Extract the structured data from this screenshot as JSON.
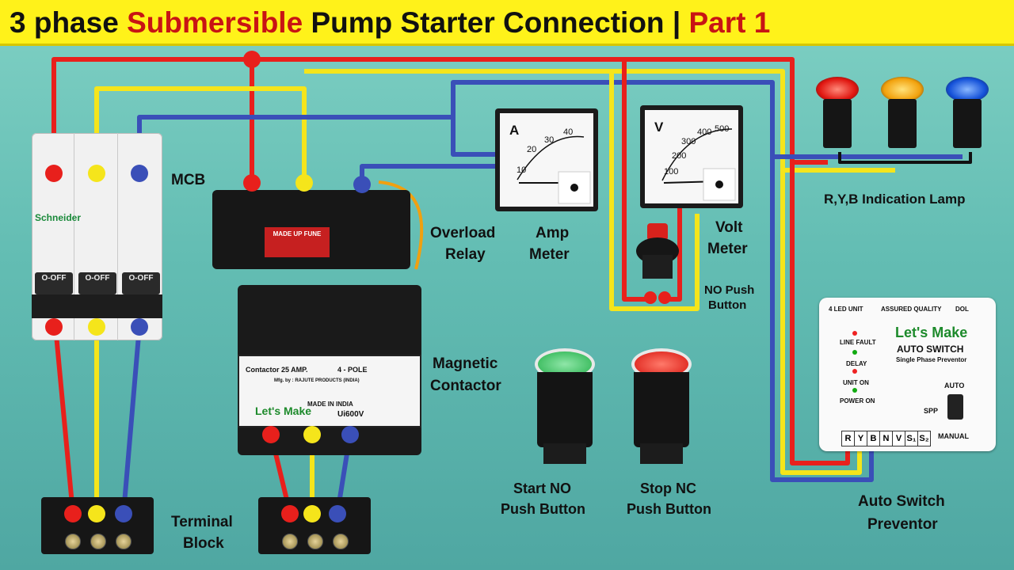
{
  "banner": {
    "part1": "3 phase",
    "part2": "Submersible",
    "part3": "Pump Starter Connection |",
    "part4": "Part 1"
  },
  "labels": {
    "mcb": "MCB",
    "overload_relay_1": "Overload",
    "overload_relay_2": "Relay",
    "amp_meter_1": "Amp",
    "amp_meter_2": "Meter",
    "volt_meter_1": "Volt",
    "volt_meter_2": "Meter",
    "no_push_1": "NO Push",
    "no_push_2": "Button",
    "indication": "R,Y,B Indication Lamp",
    "magnetic_1": "Magnetic",
    "magnetic_2": "Contactor",
    "start_1": "Start NO",
    "start_2": "Push Button",
    "stop_1": "Stop NC",
    "stop_2": "Push Button",
    "terminal_1": "Terminal",
    "terminal_2": "Block",
    "auto_1": "Auto Switch",
    "auto_2": "Preventor"
  },
  "mcb": {
    "brand": "Schneider",
    "off_label": "O-OFF"
  },
  "overload": {
    "plate": "MADE UP FUNE"
  },
  "contactor": {
    "rating": "Contactor 25 AMP.",
    "poles": "4 - POLE",
    "brand": "Let's Make",
    "mfg": "Mfg. by : RAJUTE PRODUCTS (INDIA)",
    "made_in": "MADE IN INDIA",
    "voltage": "Ui600V"
  },
  "amp_meter": {
    "letter": "A",
    "ticks": [
      "10",
      "20",
      "30",
      "40"
    ]
  },
  "volt_meter": {
    "letter": "V",
    "ticks": [
      "100",
      "200",
      "300",
      "400",
      "500"
    ]
  },
  "auto_switch": {
    "unit": "4 LED UNIT",
    "quality": "ASSURED QUALITY",
    "dol": "DOL",
    "brand": "Let's Make",
    "product": "AUTO SWITCH",
    "sub": "Single Phase Preventor",
    "leds": [
      "LINE FAULT",
      "DELAY",
      "UNIT ON",
      "POWER ON"
    ],
    "auto": "AUTO",
    "spp": "SPP",
    "manual": "MANUAL",
    "terminals": [
      "R",
      "Y",
      "B",
      "N",
      "V",
      "S₁",
      "S₂"
    ]
  },
  "colors": {
    "red": "#e8201c",
    "yellow": "#f5e51b",
    "blue": "#3a4fb8",
    "banner_bg": "#fff21a",
    "banner_red": "#c81414"
  }
}
